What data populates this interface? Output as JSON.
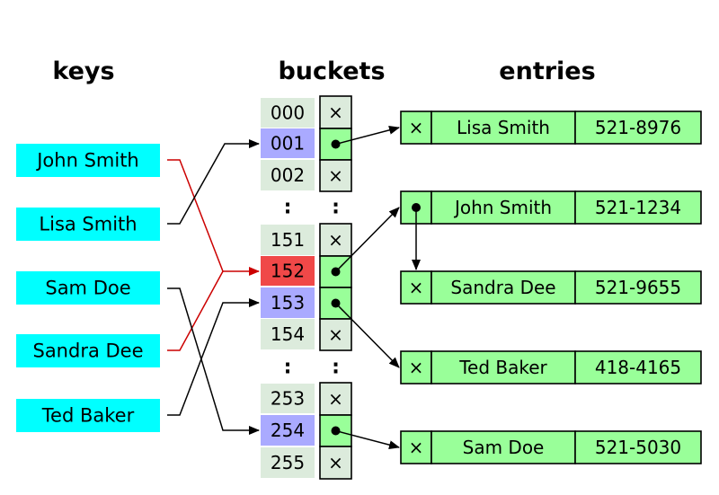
{
  "headers": {
    "keys": "keys",
    "buckets": "buckets",
    "entries": "entries"
  },
  "keys": [
    "John Smith",
    "Lisa Smith",
    "Sam Doe",
    "Sandra Dee",
    "Ted Baker"
  ],
  "buckets": [
    {
      "index": "000",
      "pointer": false,
      "state": "empty"
    },
    {
      "index": "001",
      "pointer": true,
      "state": "used"
    },
    {
      "index": "002",
      "pointer": false,
      "state": "empty"
    },
    {
      "index": "151",
      "pointer": false,
      "state": "empty"
    },
    {
      "index": "152",
      "pointer": true,
      "state": "collision"
    },
    {
      "index": "153",
      "pointer": true,
      "state": "used"
    },
    {
      "index": "154",
      "pointer": false,
      "state": "empty"
    },
    {
      "index": "253",
      "pointer": false,
      "state": "empty"
    },
    {
      "index": "254",
      "pointer": true,
      "state": "used"
    },
    {
      "index": "255",
      "pointer": false,
      "state": "empty"
    }
  ],
  "ellipsis": ":",
  "null_symbol": "×",
  "entries": [
    {
      "name": "Lisa Smith",
      "phone": "521-8976",
      "next": "null"
    },
    {
      "name": "John Smith",
      "phone": "521-1234",
      "next": "pointer"
    },
    {
      "name": "Sandra Dee",
      "phone": "521-9655",
      "next": "null"
    },
    {
      "name": "Ted Baker",
      "phone": "418-4165",
      "next": "null"
    },
    {
      "name": "Sam Doe",
      "phone": "521-5030",
      "next": "null"
    }
  ],
  "colors": {
    "key": "#00ffff",
    "bucket_empty": "#dcebdc",
    "bucket_used": "#aaaaff",
    "bucket_collision": "#f04848",
    "slot_empty": "#dcebdc",
    "slot_used": "#99ff99",
    "entry": "#99ff99",
    "edge": "#000000",
    "edge_collision": "#cc0000"
  }
}
